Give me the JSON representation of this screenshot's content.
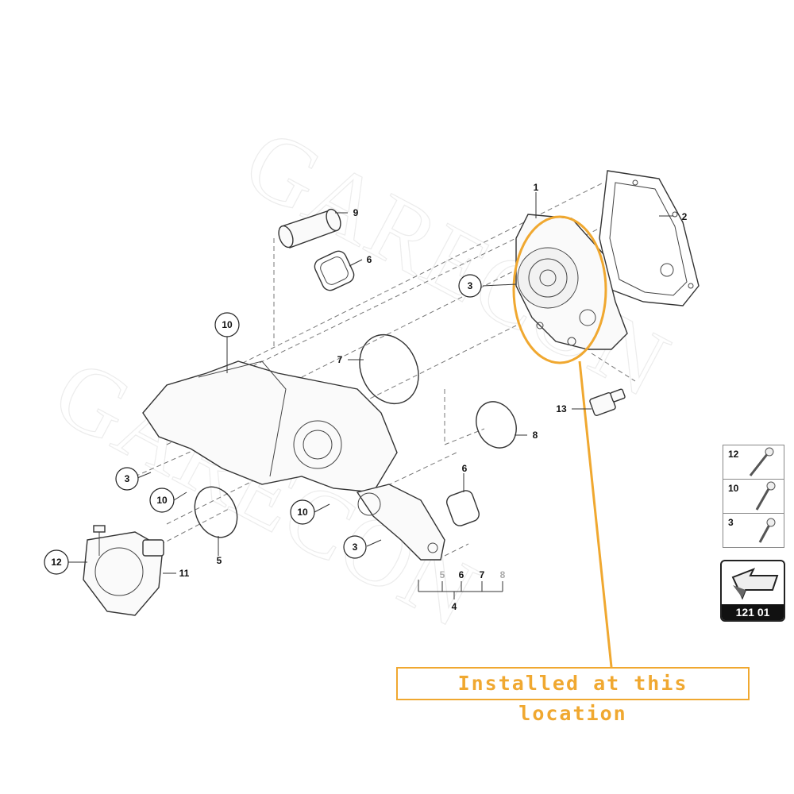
{
  "callouts": [
    {
      "num": "1"
    },
    {
      "num": "2"
    },
    {
      "num": "3"
    },
    {
      "num": "3"
    },
    {
      "num": "3"
    },
    {
      "num": "4"
    },
    {
      "num": "5"
    },
    {
      "num": "6"
    },
    {
      "num": "6"
    },
    {
      "num": "7"
    },
    {
      "num": "8"
    },
    {
      "num": "9"
    },
    {
      "num": "10"
    },
    {
      "num": "10"
    },
    {
      "num": "10"
    },
    {
      "num": "11"
    },
    {
      "num": "12"
    },
    {
      "num": "13"
    }
  ],
  "kit_items": [
    "5",
    "6",
    "7",
    "8"
  ],
  "fastener_legend": [
    {
      "num": "12",
      "icon": "long-bolt-icon"
    },
    {
      "num": "10",
      "icon": "bolt-icon"
    },
    {
      "num": "3",
      "icon": "short-bolt-icon"
    }
  ],
  "reference_code": "121 01",
  "highlight_label": "Installed at this location",
  "watermark": "GARECON",
  "colors": {
    "highlight": "#f0a830",
    "ink": "#222222"
  }
}
